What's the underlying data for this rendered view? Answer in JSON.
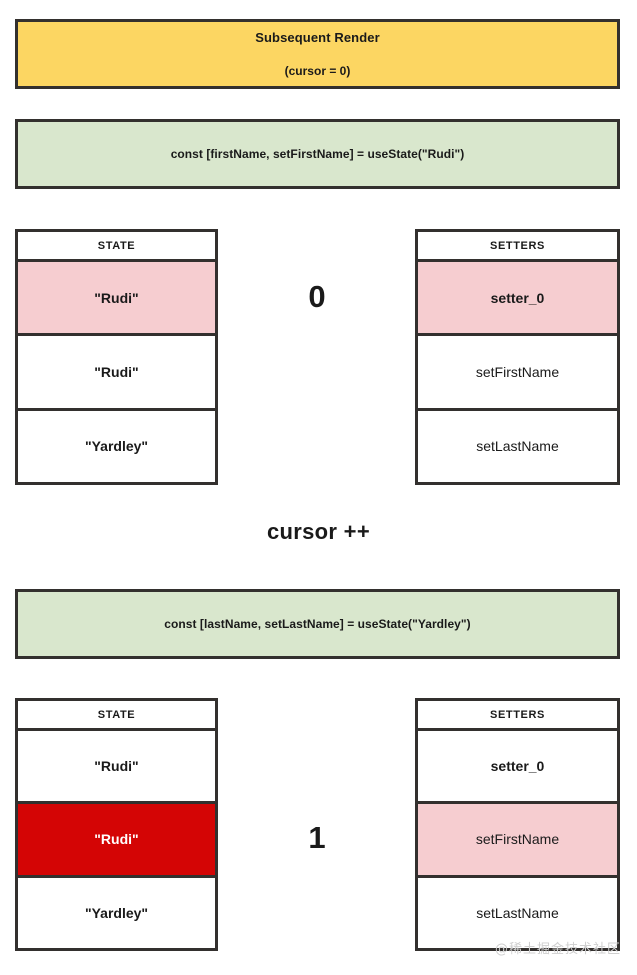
{
  "diagram": {
    "title": "Subsequent Render",
    "watermark": "@稀土掘金技术社区",
    "colors": {
      "banner_yellow": "#FCD662",
      "banner_green": "#D9E7CD",
      "highlight_pink": "#F6CDD0",
      "highlight_red": "#D40505",
      "border": "#33302E"
    }
  },
  "render_banner": {
    "title": "Subsequent Render",
    "subtitle": "(cursor = 0)"
  },
  "step_one": {
    "code": "const [firstName, setFirstName] = useState(\"Rudi\")",
    "cursor_value": "0",
    "state_table": {
      "header": "STATE",
      "rows": [
        {
          "value": "\"Rudi\"",
          "highlight": "pink"
        },
        {
          "value": "\"Rudi\"",
          "highlight": "none"
        },
        {
          "value": "\"Yardley\"",
          "highlight": "none"
        }
      ]
    },
    "setters_table": {
      "header": "SETTERS",
      "rows": [
        {
          "value": "setter_0",
          "highlight": "pink"
        },
        {
          "value": "setFirstName",
          "highlight": "none"
        },
        {
          "value": "setLastName",
          "highlight": "none"
        }
      ]
    }
  },
  "cursor_increment": "cursor ++",
  "step_two": {
    "code": "const [lastName, setLastName] = useState(\"Yardley\")",
    "cursor_value": "1",
    "state_table": {
      "header": "STATE",
      "rows": [
        {
          "value": "\"Rudi\"",
          "highlight": "none"
        },
        {
          "value": "\"Rudi\"",
          "highlight": "red"
        },
        {
          "value": "\"Yardley\"",
          "highlight": "none"
        }
      ]
    },
    "setters_table": {
      "header": "SETTERS",
      "rows": [
        {
          "value": "setter_0",
          "highlight": "none"
        },
        {
          "value": "setFirstName",
          "highlight": "pink"
        },
        {
          "value": "setLastName",
          "highlight": "none"
        }
      ]
    }
  }
}
